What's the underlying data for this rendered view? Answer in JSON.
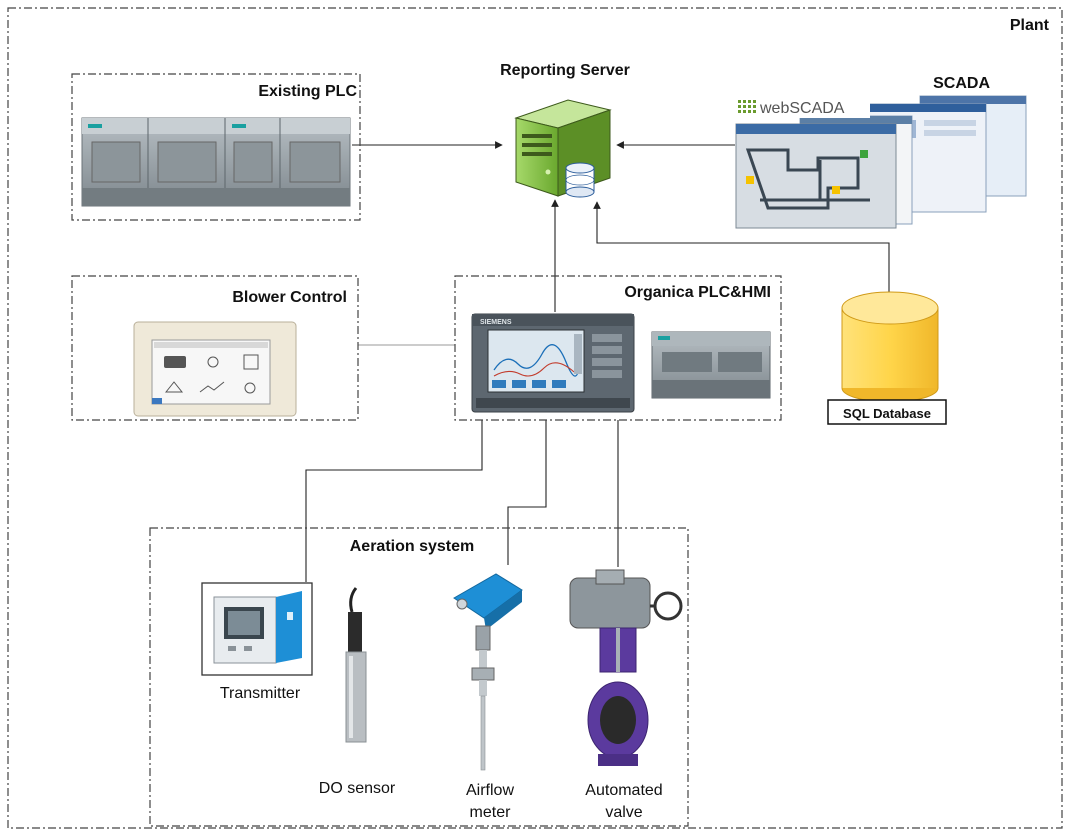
{
  "plant": {
    "label": "Plant"
  },
  "reporting_server": {
    "label": "Reporting Server"
  },
  "existing_plc": {
    "label": "Existing PLC"
  },
  "scada": {
    "label": "SCADA",
    "screen_logo": "webSCADA"
  },
  "blower_control": {
    "label": "Blower Control"
  },
  "organica": {
    "label": "Organica PLC&HMI",
    "hmi_brand": "SIEMENS"
  },
  "sql_database": {
    "label": "SQL Database"
  },
  "aeration_system": {
    "label": "Aeration system",
    "transmitter": "Transmitter",
    "do_sensor": "DO sensor",
    "airflow_meter_line1": "Airflow",
    "airflow_meter_line2": "meter",
    "valve_line1": "Automated",
    "valve_line2": "valve"
  },
  "colors": {
    "server_green": "#8cc63f",
    "database_yellow": "#ffd54a",
    "plc_gray": "#9aa3a8",
    "sensor_blue": "#1e8fd6",
    "valve_purple": "#5b3a9e"
  }
}
